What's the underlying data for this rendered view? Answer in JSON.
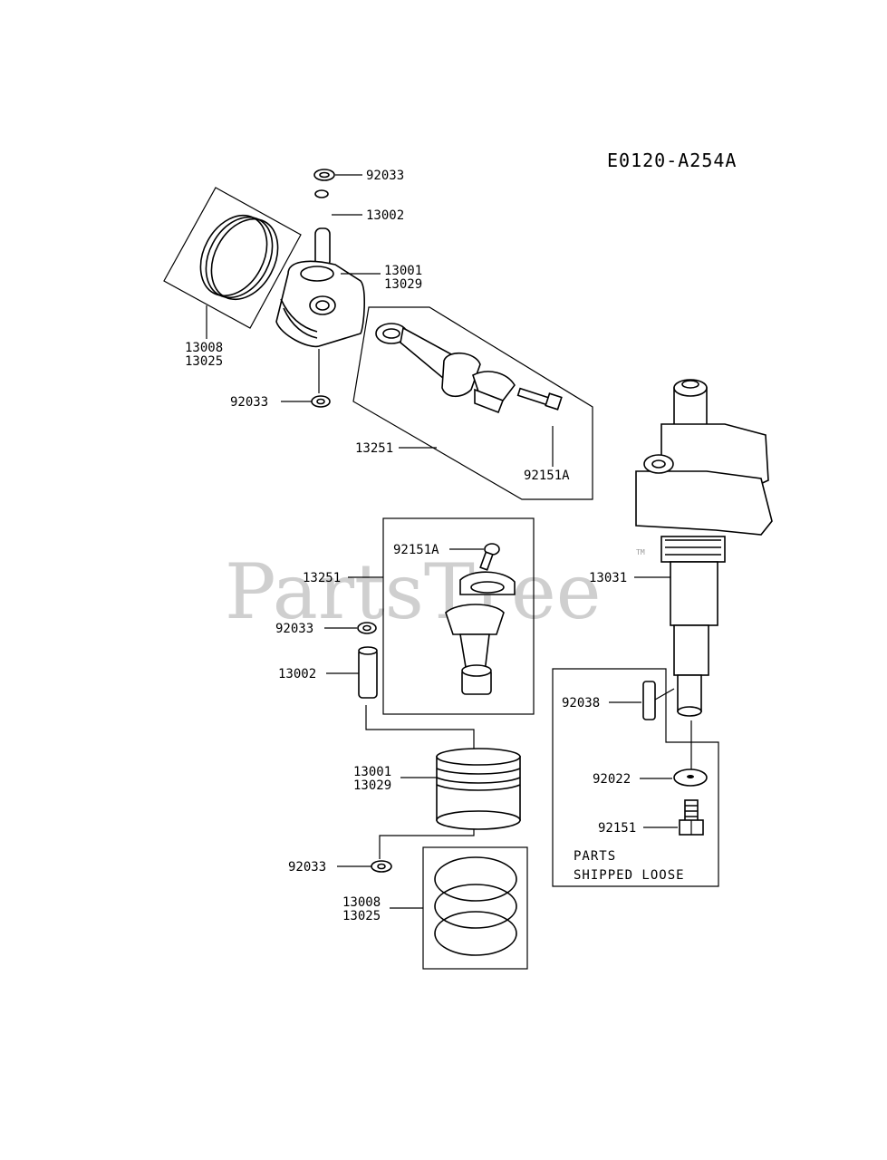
{
  "diagram_code": "E0120-A254A",
  "watermark": "PartsTree",
  "watermark_tm": "TM",
  "labels": {
    "top_snap_ring": "92033",
    "top_pin": "13002",
    "top_piston_1": "13001",
    "top_piston_2": "13029",
    "top_rings_1": "13008",
    "top_rings_2": "13025",
    "top_lower_snap_ring": "92033",
    "top_rod": "13251",
    "top_rod_bolt": "92151A",
    "bot_rod_bolt": "92151A",
    "bot_rod": "13251",
    "bot_snap_ring": "92033",
    "bot_pin": "13002",
    "bot_piston_1": "13001",
    "bot_piston_2": "13029",
    "bot_lower_snap_ring": "92033",
    "bot_rings_1": "13008",
    "bot_rings_2": "13025",
    "crankshaft": "13031",
    "key": "92038",
    "washer": "92022",
    "bolt": "92151"
  },
  "loose_note": {
    "line1": "PARTS",
    "line2": "SHIPPED LOOSE"
  }
}
